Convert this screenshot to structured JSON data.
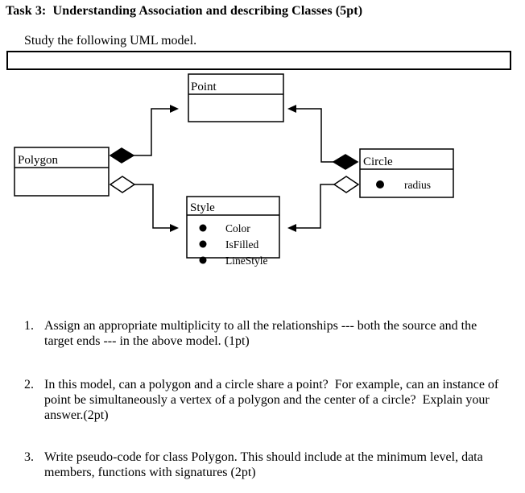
{
  "page": {
    "title": "Task 3:  Understanding Association and describing Classes (5pt)",
    "intro": "Study the following UML model."
  },
  "colors": {
    "ink": "#000000",
    "paper": "#ffffff"
  },
  "diagram": {
    "classes": [
      {
        "name": "Point",
        "attributes": []
      },
      {
        "name": "Polygon",
        "attributes": []
      },
      {
        "name": "Circle",
        "attributes": [
          "radius"
        ]
      },
      {
        "name": "Style",
        "attributes": [
          "Color",
          "IsFilled",
          "LineStyle"
        ]
      }
    ],
    "relationships": [
      {
        "from": "Polygon",
        "to": "Point",
        "type": "composition",
        "marker": "filled-diamond-arrow"
      },
      {
        "from": "Polygon",
        "to": "Style",
        "type": "aggregation",
        "marker": "hollow-diamond-arrow"
      },
      {
        "from": "Circle",
        "to": "Point",
        "type": "composition",
        "marker": "filled-diamond-arrow"
      },
      {
        "from": "Circle",
        "to": "Style",
        "type": "aggregation",
        "marker": "hollow-diamond-arrow"
      }
    ]
  },
  "questions": [
    {
      "number": "1.",
      "lines": [
        "Assign an appropriate multiplicity to all the relationships --- both the source and the",
        "target ends --- in the above model. (1pt)"
      ]
    },
    {
      "number": "2.",
      "lines": [
        "In this model, can a polygon and a circle share a point?  For example, can an instance of",
        "point be simultaneously a vertex of a polygon and the center of a circle?  Explain your",
        "answer.(2pt)"
      ]
    },
    {
      "number": "3.",
      "lines": [
        "Write pseudo-code for class Polygon. This should include at the minimum level, data",
        "members, functions with signatures (2pt)"
      ]
    }
  ]
}
